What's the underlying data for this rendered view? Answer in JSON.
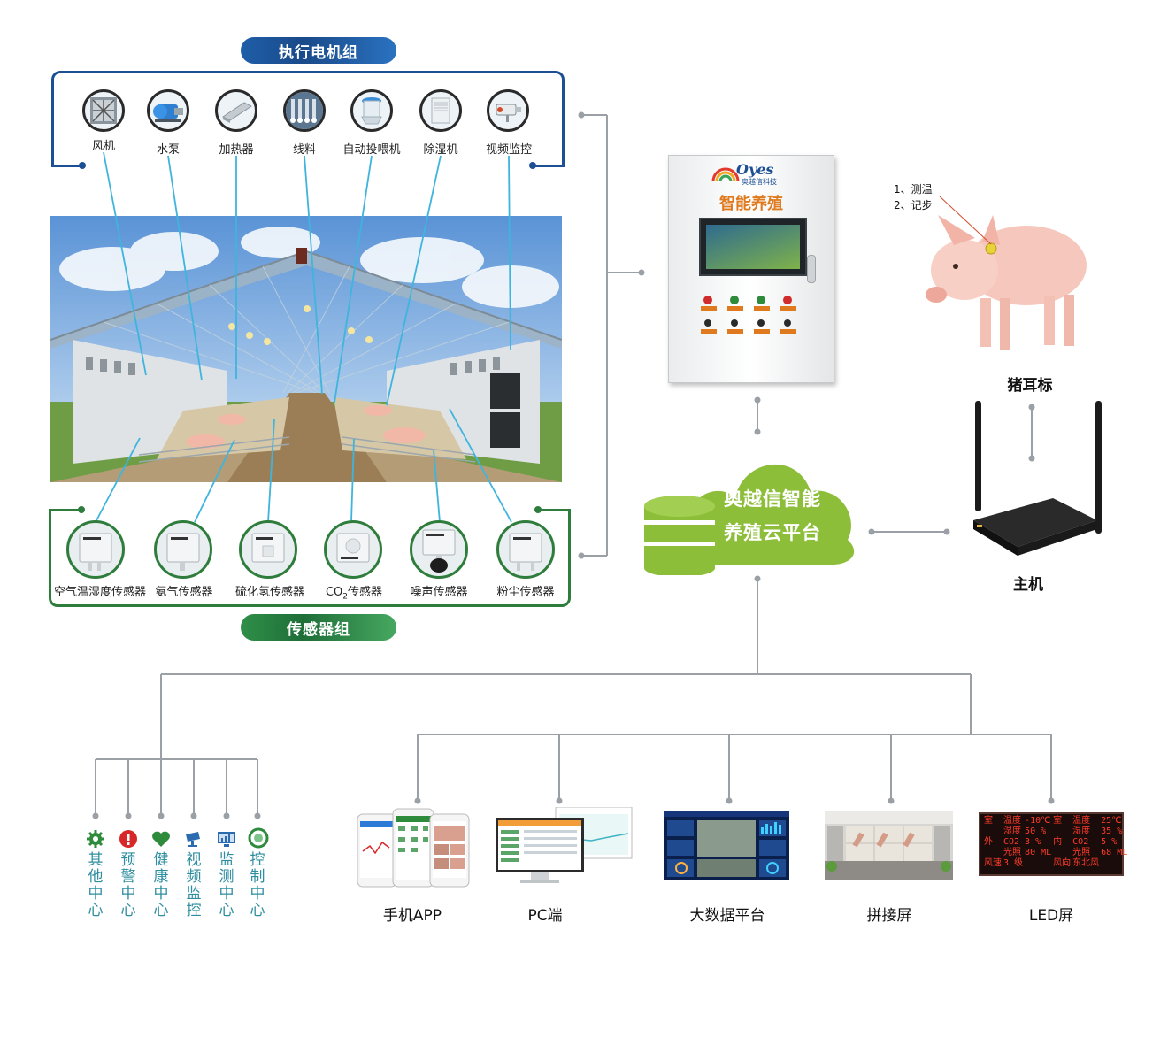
{
  "title_actuators": "执行电机组",
  "title_sensors": "传感器组",
  "actuators": [
    {
      "label": "风机",
      "icon": "fan-icon"
    },
    {
      "label": "水泵",
      "icon": "water-pump-icon"
    },
    {
      "label": "加热器",
      "icon": "heater-icon"
    },
    {
      "label": "线料",
      "icon": "feed-line-icon"
    },
    {
      "label": "自动投喂机",
      "icon": "auto-feeder-icon"
    },
    {
      "label": "除湿机",
      "icon": "dehumidifier-icon"
    },
    {
      "label": "视频监控",
      "icon": "camera-icon"
    }
  ],
  "sensors": [
    {
      "label": "空气温湿度传感器",
      "icon": "sensor-box-icon"
    },
    {
      "label": "氨气传感器",
      "icon": "sensor-box-icon"
    },
    {
      "label": "硫化氢传感器",
      "icon": "sensor-box-icon"
    },
    {
      "label_pre": "CO",
      "label_sub": "2",
      "label_post": "传感器",
      "icon": "sensor-box-icon"
    },
    {
      "label": "噪声传感器",
      "icon": "noise-sensor-icon"
    },
    {
      "label": "粉尘传感器",
      "icon": "sensor-box-icon"
    }
  ],
  "cabinet": {
    "brand": "Oyes",
    "brand_cn": "奥越信科技",
    "title": "智能养殖"
  },
  "cloud": {
    "line1": "奥越信智能",
    "line2": "养殖云平台"
  },
  "pig": {
    "label": "猪耳标",
    "feature1": "1、测温",
    "feature2": "2、记步"
  },
  "host": {
    "label": "主机"
  },
  "centers": [
    {
      "label": "其他中心",
      "icon": "gear-icon",
      "color": "#2e8b3c"
    },
    {
      "label": "预警中心",
      "icon": "alert-icon",
      "color": "#d62828"
    },
    {
      "label": "健康中心",
      "icon": "heart-icon",
      "color": "#2e8b3c"
    },
    {
      "label": "视频监控",
      "icon": "camera-icon",
      "color": "#2b6cb0"
    },
    {
      "label": "监测中心",
      "icon": "monitor-icon",
      "color": "#2b6cb0"
    },
    {
      "label": "控制中心",
      "icon": "control-icon",
      "color": "#2e8b3c"
    }
  ],
  "terminals": [
    {
      "label": "手机APP"
    },
    {
      "label": "PC端"
    },
    {
      "label": "大数据平台"
    },
    {
      "label": "拼接屏"
    },
    {
      "label": "LED屏"
    }
  ],
  "led": {
    "rows": [
      [
        "室",
        "温度",
        "-10℃",
        "室",
        "温度",
        "25℃"
      ],
      [
        "",
        "湿度",
        "50 %",
        "",
        "湿度",
        "35 %"
      ],
      [
        "外",
        "CO2",
        "3 %",
        "内",
        "CO2",
        "5 %"
      ],
      [
        "",
        "光照",
        "80 ML",
        "",
        "光照",
        "68 ML"
      ],
      [
        "风速",
        "3 级",
        "",
        "风向",
        "东北风",
        ""
      ]
    ]
  },
  "colors": {
    "blue": "#1d4f95",
    "green": "#2f7d3c",
    "cloud": "#8dbe3a",
    "line": "#9aa0a6"
  }
}
